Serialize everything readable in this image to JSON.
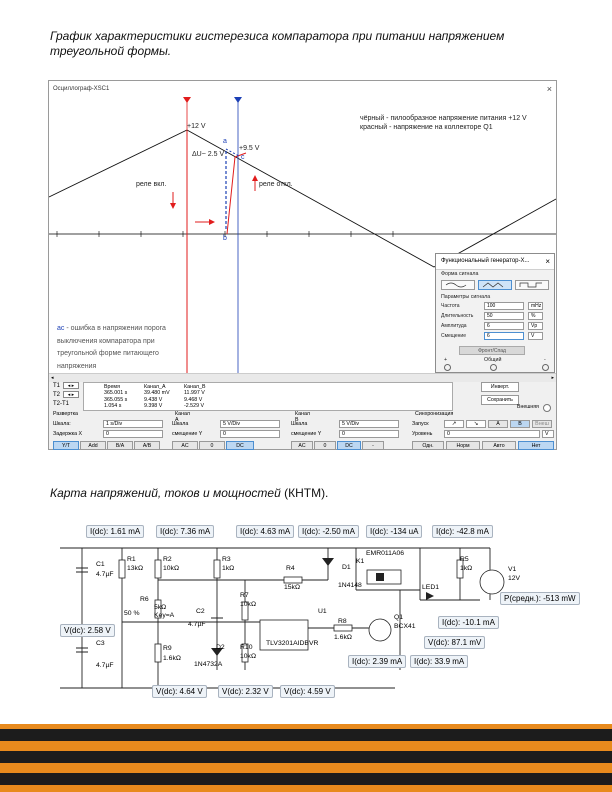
{
  "headings": {
    "top": "График характеристики гистерезиса компаратора при питании напряжением треугольной формы.",
    "bottom_main": "Карта напряжений, токов и мощностей",
    "bottom_abbr": " (КНТМ)."
  },
  "oscilloscope": {
    "title": "Осциллограф-XSC1",
    "close": "×",
    "legend_line1": "чёрный - пилообразное напряжение питания +12 V",
    "legend_line2": "красный - напряжение на коллекторе Q1",
    "label_12v": "+12 V",
    "label_95v": "+9.5 V",
    "label_du": "ΔU~ 2.5 V",
    "label_a": "a",
    "label_b": "b",
    "label_c": "c",
    "label_relay_on": "реле вкл.",
    "label_relay_off": "реле откл.",
    "note_ac": "ac",
    "note_line1": " - ошибка в напряжении порога",
    "note_line2": "выключения компаратора при",
    "note_line3": "треугольной форме питающего",
    "note_line4": "напряжения",
    "readout": {
      "t1": "T1",
      "t2": "T2",
      "t2t1": "T2-T1",
      "col_time": [
        "Время",
        "365.001 s",
        "365.055 s",
        "1.054 s"
      ],
      "col_a": [
        "Канал_A",
        "39.480 mV",
        "9.438 V",
        "9.398 V"
      ],
      "col_b": [
        "Канал_B",
        "11.997 V",
        "9.468 V",
        "-2.529 V"
      ],
      "btn_invert": "Инверт.",
      "btn_save": "Сохранить",
      "external": "Внешняя"
    },
    "sweep": {
      "title": "Развертка",
      "scale_label": "Шкала:",
      "scale_value": "1 s/Div",
      "delay_label": "Задержка X",
      "delay_value": "0"
    },
    "channel_a": {
      "title": "Канал A",
      "scale_label": "Шкала",
      "scale_value": "5 V/Div",
      "offset_label": "смещение Y",
      "offset_value": "0"
    },
    "channel_b": {
      "title": "Канал B",
      "scale_label": "Шкала",
      "scale_value": "5 V/Div",
      "offset_label": "смещение Y",
      "offset_value": "0"
    },
    "sync": {
      "title": "Синхронизация",
      "start_label": "Запуск",
      "level_label": "Уровень",
      "level_value": "0",
      "level_unit": "V"
    },
    "buttons": {
      "yt": "Y/T",
      "add": "Add",
      "ba": "B/A",
      "ab": "A/B",
      "ac": "AC",
      "zero": "0",
      "dc": "DC",
      "minus": "-",
      "single": "Одн.",
      "normal": "Норм",
      "auto": "Авто",
      "none": "Нет",
      "trig_a": "A",
      "trig_b": "B",
      "ext": "Внеш"
    }
  },
  "function_generator": {
    "title": "Функциональный генератор-X...",
    "close": "×",
    "waveform_title": "Форма сигнала",
    "params_title": "Параметры сигнала",
    "rows": [
      {
        "label": "Частота",
        "value": "100",
        "unit": "mHz"
      },
      {
        "label": "Длительность",
        "value": "50",
        "unit": "%"
      },
      {
        "label": "Амплитуда",
        "value": "6",
        "unit": "Vp"
      },
      {
        "label": "Смещение",
        "value": "6",
        "unit": "V"
      }
    ],
    "front_button": "Фронт/Спад",
    "plus": "+",
    "common": "Общий",
    "minus": "-"
  },
  "circuit": {
    "meters": [
      "I(dc): 1.61 mA",
      "I(dc): 7.36 mA",
      "I(dc): 4.63 mA",
      "I(dc): -2.50 mA",
      "I(dc): -134 uA",
      "I(dc): -42.8 mA",
      "V(dc): 2.58 V",
      "V(dc): 4.64 V",
      "V(dc): 2.32 V",
      "V(dc): 4.59 V",
      "I(dc): 2.39 mA",
      "I(dc): 33.9 mA",
      "V(dc): 87.1 mV",
      "I(dc): -10.1 mA",
      "P(средн.): -513 mW"
    ],
    "components": {
      "r1": "R1",
      "r1v": "13kΩ",
      "r2": "R2",
      "r2v": "10kΩ",
      "r3": "R3",
      "r3v": "1kΩ",
      "c1": "C1",
      "c1v": "4.7µF",
      "r6": "R6",
      "r6v": "5kΩ",
      "r6k": "Key=A",
      "pct": "50 %",
      "c2": "C2",
      "c2v": "4.7µF",
      "r7": "R7",
      "r7v": "10kΩ",
      "r4": "R4",
      "r4v": "15kΩ",
      "d1": "D1",
      "d1v": "1N4148",
      "k1": "K1",
      "k1v": "EMR011A06",
      "u1": "U1",
      "u1v": "TLV3201AIDBVR",
      "c3": "C3",
      "c3v": "4.7µF",
      "r9": "R9",
      "r9v": "1.6kΩ",
      "d2": "D2",
      "d2v": "1N4732A",
      "r10": "R10",
      "r10v": "10kΩ",
      "r8": "R8",
      "r8v": "1.6kΩ",
      "q1": "Q1",
      "q1v": "BCX41",
      "led": "LED1",
      "r5": "R5",
      "r5v": "1kΩ",
      "v1": "V1",
      "v1v": "12V"
    }
  },
  "colors": {
    "ribbon_orange": "#e88a1d",
    "ribbon_black": "#1c1c1c",
    "trace_red": "#e11c1c",
    "trace_blue": "#1b3fb5"
  }
}
